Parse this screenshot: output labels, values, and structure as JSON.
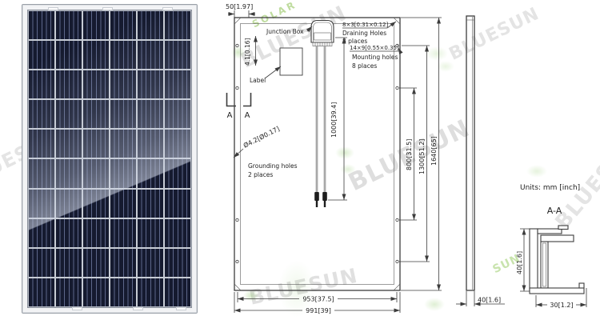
{
  "units_label": "Units: mm [inch]",
  "watermark": {
    "brand": "BLUESUN",
    "sub": "SOLAR",
    "sun": "SUN",
    "green": "#7cbe4f",
    "gray": "#d9d9d9"
  },
  "front_view": {
    "rows": 10,
    "cols": 6
  },
  "back_view": {
    "top_offset": "50[1.97]",
    "frame_edge": "4.1[0.16]",
    "junction_box": "Junction Box",
    "label": "Label",
    "draining_size": "8×3[0.31×0.12]",
    "draining_name": "Draining Holes",
    "draining_places": "8 places",
    "mounting_size": "14×9[0.55×0.35]",
    "mounting_name": "Mounting holes",
    "mounting_places": "8 places",
    "cable_length": "1000[39.4]",
    "grounding_size": "Ø4.2[Ø0.17]",
    "grounding_name": "Grounding holes",
    "grounding_places": "2 places",
    "mount_span": "800[31.5]",
    "mount_span_outer": "1300[51.2]",
    "height_total": "1640[65]",
    "width_mount": "953[37.5]",
    "width_total": "991[39]",
    "section_letter": "A"
  },
  "side_view": {
    "thickness": "40[1.6]"
  },
  "section_aa": {
    "title": "A-A",
    "height": "40[1.6]",
    "width": "30[1.2]"
  }
}
